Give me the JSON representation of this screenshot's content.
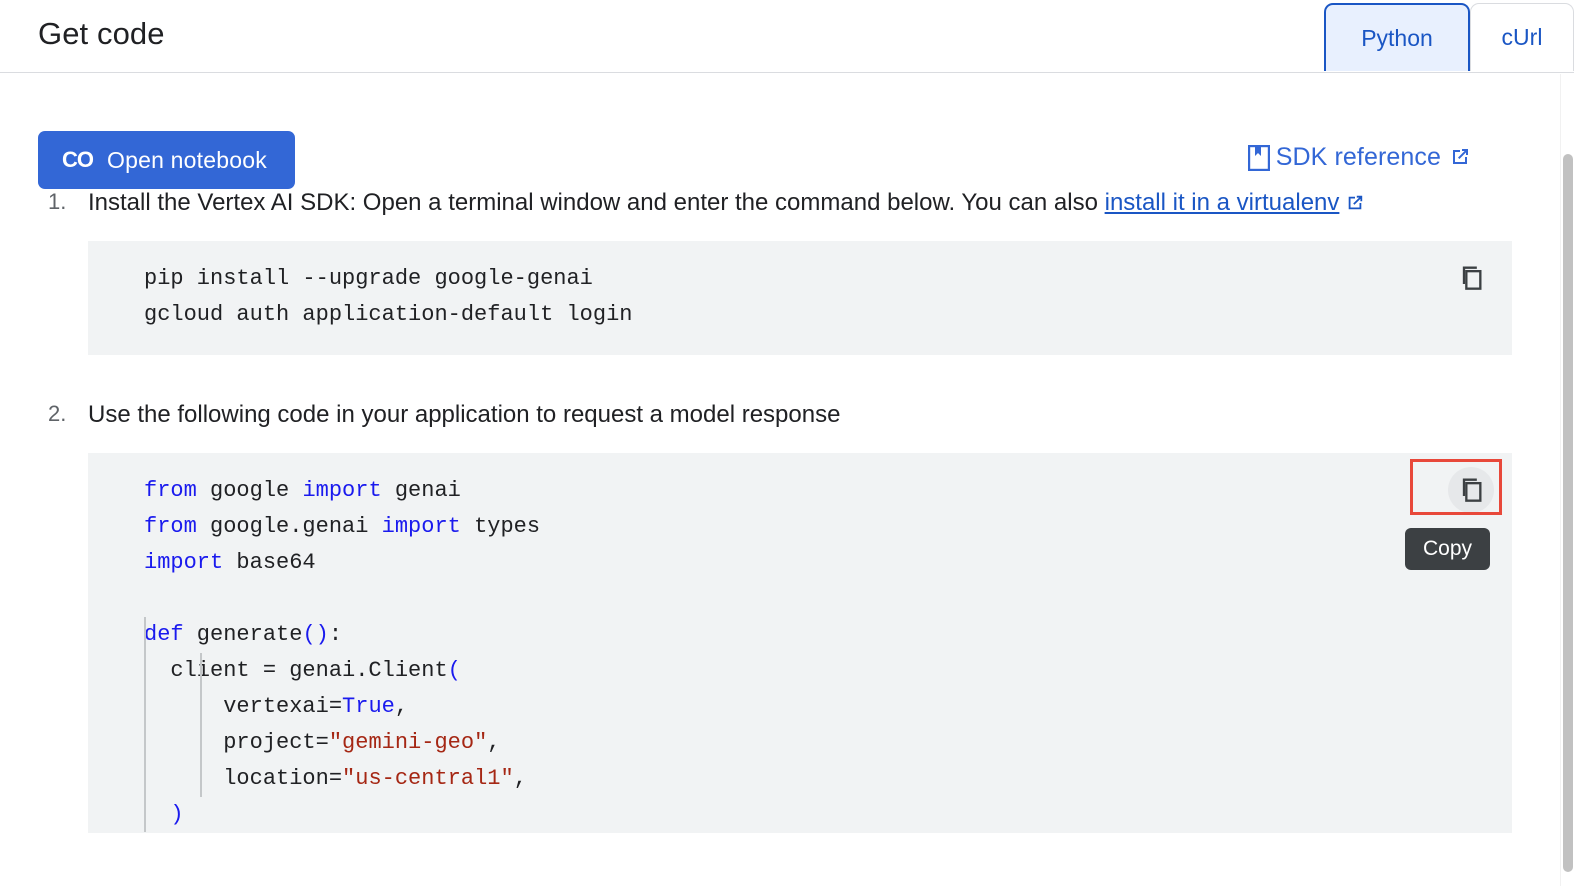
{
  "header": {
    "title": "Get code",
    "tabs": [
      {
        "label": "Python",
        "selected": true
      },
      {
        "label": "cUrl",
        "selected": false
      }
    ]
  },
  "actions": {
    "open_notebook": {
      "label": "Open notebook",
      "icon": "colab-icon",
      "icon_text": "CO",
      "background_color": "#3367d6",
      "text_color": "#ffffff"
    },
    "sdk_reference": {
      "label": "SDK reference",
      "leading_icon": "book-icon",
      "trailing_icon": "external-link-icon",
      "color": "#3367d6"
    }
  },
  "steps": [
    {
      "number": "1.",
      "text_before_link": "Install the Vertex AI SDK: Open a terminal window and enter the command below. You can also ",
      "link_text": "install it in a virtualenv",
      "link_trailing_icon": "external-link-icon",
      "code_lines": [
        "pip install --upgrade google-genai",
        "gcloud auth application-default login"
      ],
      "copy_button": {
        "icon": "copy-icon",
        "highlighted": false,
        "tooltip": null
      }
    },
    {
      "number": "2.",
      "text_before_link": "Use the following code in your application to request a model response",
      "link_text": "",
      "code_lines": [
        "from google import genai",
        "from google.genai import types",
        "import base64",
        "",
        "def generate():",
        "  client = genai.Client(",
        "      vertexai=True,",
        "      project=\"gemini-geo\",",
        "      location=\"us-central1\",",
        "  )"
      ],
      "copy_button": {
        "icon": "copy-icon",
        "highlighted": true,
        "highlight_color": "#e8483a",
        "tooltip": "Copy"
      }
    }
  ],
  "scrollbar": {
    "orientation": "vertical",
    "thumb_color": "#c1c1c1"
  },
  "colors": {
    "code_background": "#f1f3f4",
    "keyword": "#1a1aee",
    "string": "#a52714",
    "link": "#1a56c4",
    "tab_selected_bg": "#e8f0fe",
    "tooltip_bg": "#3c4043"
  }
}
